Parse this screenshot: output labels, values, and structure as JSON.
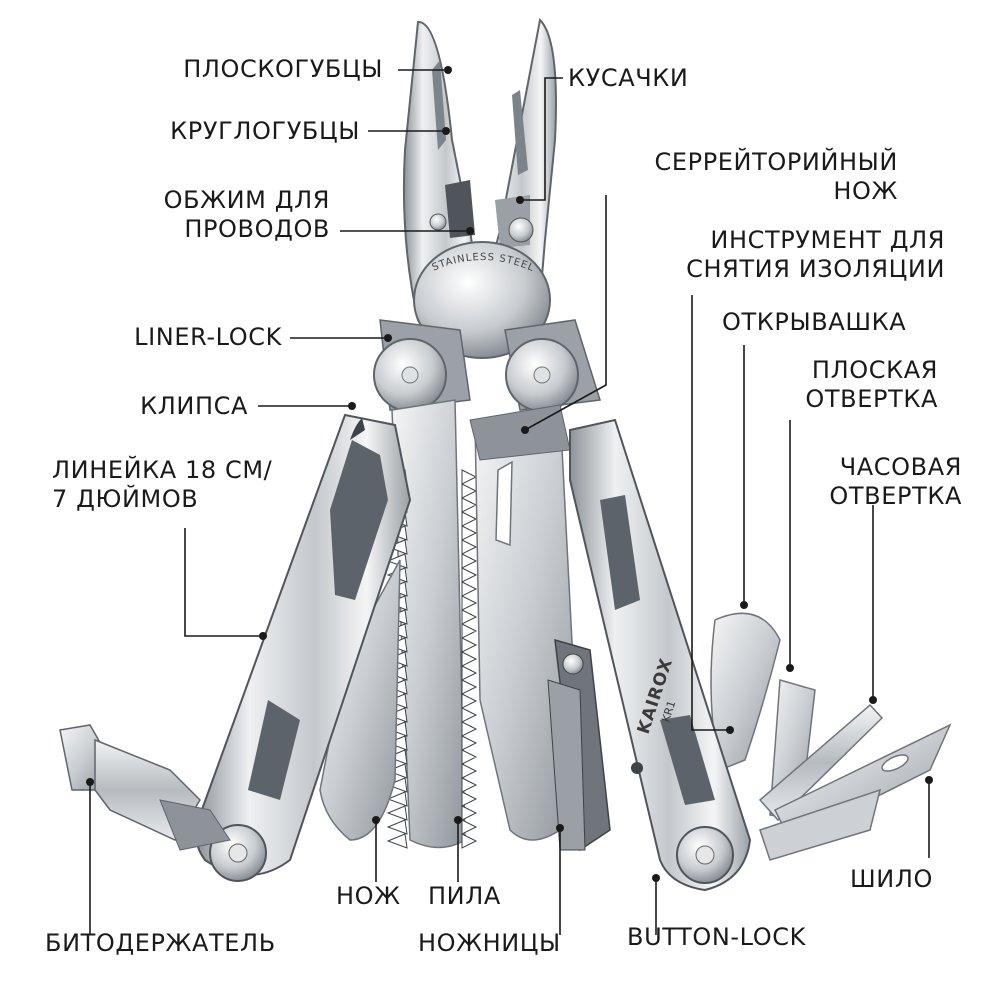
{
  "labels": {
    "ploskogubtsy": "ПЛОСКОГУБЦЫ",
    "kruglogubtsy": "КРУГЛОГУБЦЫ",
    "obzhim": [
      "ОБЖИМ ДЛЯ",
      "ПРОВОДОВ"
    ],
    "liner_lock": "LINER-LOCK",
    "klipsa": "КЛИПСА",
    "lineyka": [
      "ЛИНЕЙКА 18 СМ/",
      "7 ДЮЙМОВ"
    ],
    "kusachki": "КУСАЧКИ",
    "serreytoriy": [
      "СЕРРЕЙТОРИЙНЫЙ",
      "НОЖ"
    ],
    "izolyatsiya": [
      "ИНСТРУМЕНТ ДЛЯ",
      "СНЯТИЯ ИЗОЛЯЦИИ"
    ],
    "otkryvashka": "ОТКРЫВАШКА",
    "ploskaya": [
      "ПЛОСКАЯ",
      "ОТВЕРТКА"
    ],
    "chasovaya": [
      "ЧАСОВАЯ",
      "ОТВЕРТКА"
    ],
    "shilo": "ШИЛО",
    "nozh": "НОЖ",
    "pila": "ПИЛА",
    "bitoderzhatel": "БИТОДЕРЖАТЕЛЬ",
    "nozhnitsy": "НОЖНИЦЫ",
    "button_lock": "BUTTON-LOCK"
  },
  "tool_markings": {
    "brand": "KAIROX",
    "model": "KR1",
    "stamp": "STAINLESS STEEL"
  },
  "colors": {
    "text": "#1a1a1a",
    "line": "#1a1a1a",
    "steel_light": "#e6e8ea",
    "steel_mid": "#b9bdc1",
    "steel_dark": "#6f757b",
    "background": "#ffffff"
  }
}
